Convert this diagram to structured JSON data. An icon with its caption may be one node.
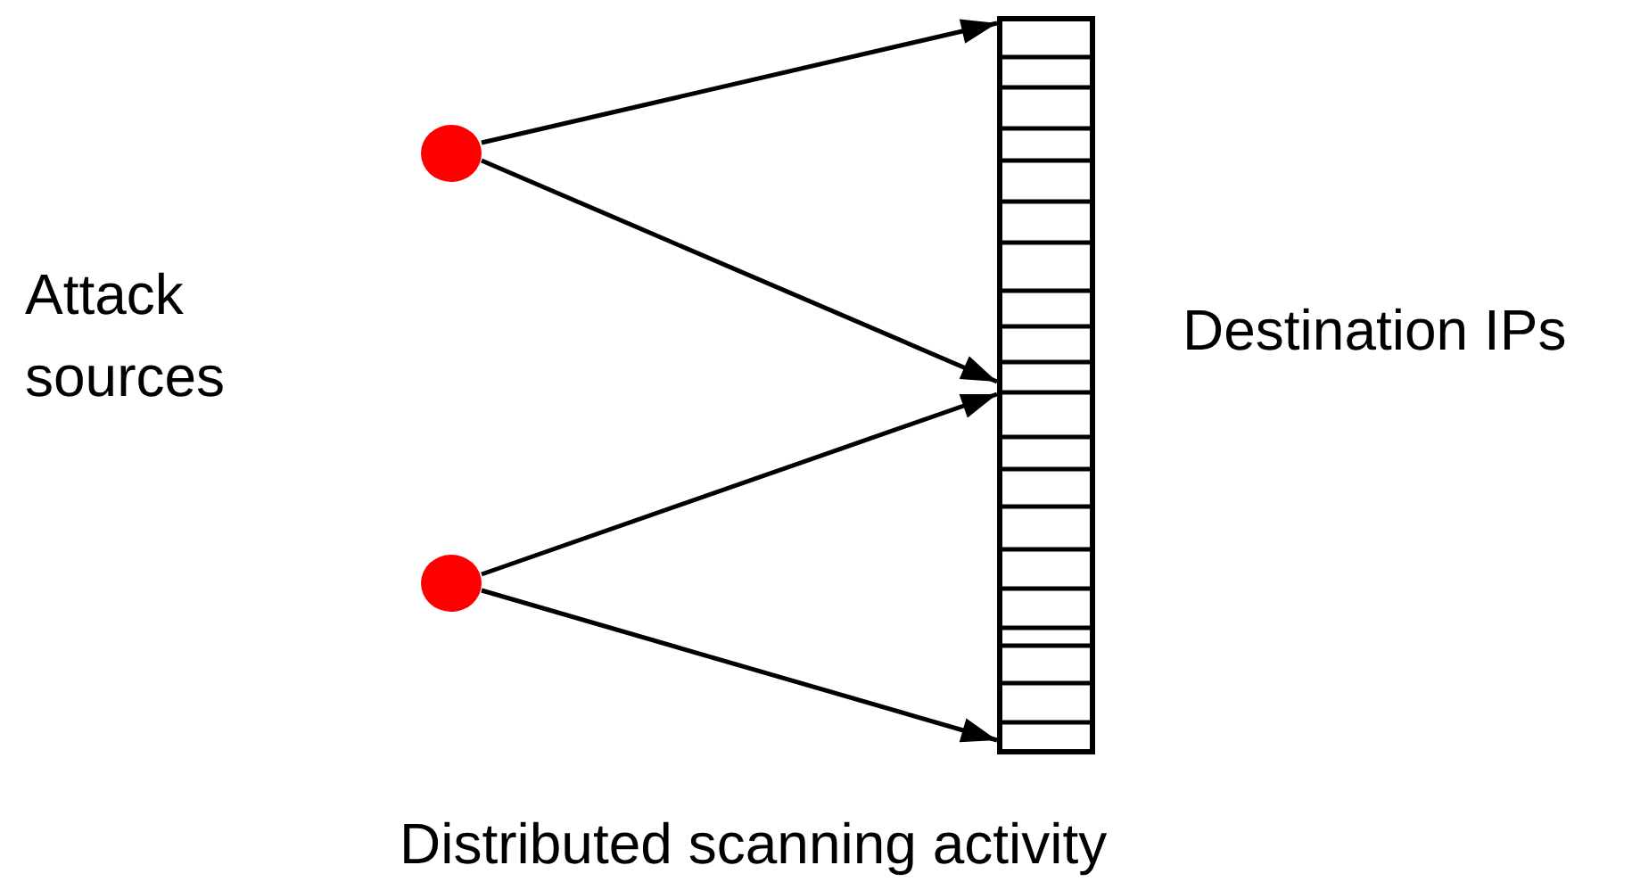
{
  "diagram": {
    "caption": "Distributed scanning activity",
    "nodes": [
      {
        "text": [],
        "shape": "circle"
      },
      {
        "text": [],
        "shape": "circle"
      },
      {
        "text": [],
        "shape": "bar"
      }
    ],
    "edges": [
      {
        "from": 0,
        "to": 2,
        "arrow": "to"
      },
      {
        "from": 0,
        "to": 2,
        "arrow": "to"
      },
      {
        "from": 1,
        "to": 2,
        "arrow": "to"
      },
      {
        "from": 1,
        "to": 2,
        "arrow": "to"
      }
    ],
    "labels": [
      "Attack sources",
      "Destination IPs"
    ]
  }
}
